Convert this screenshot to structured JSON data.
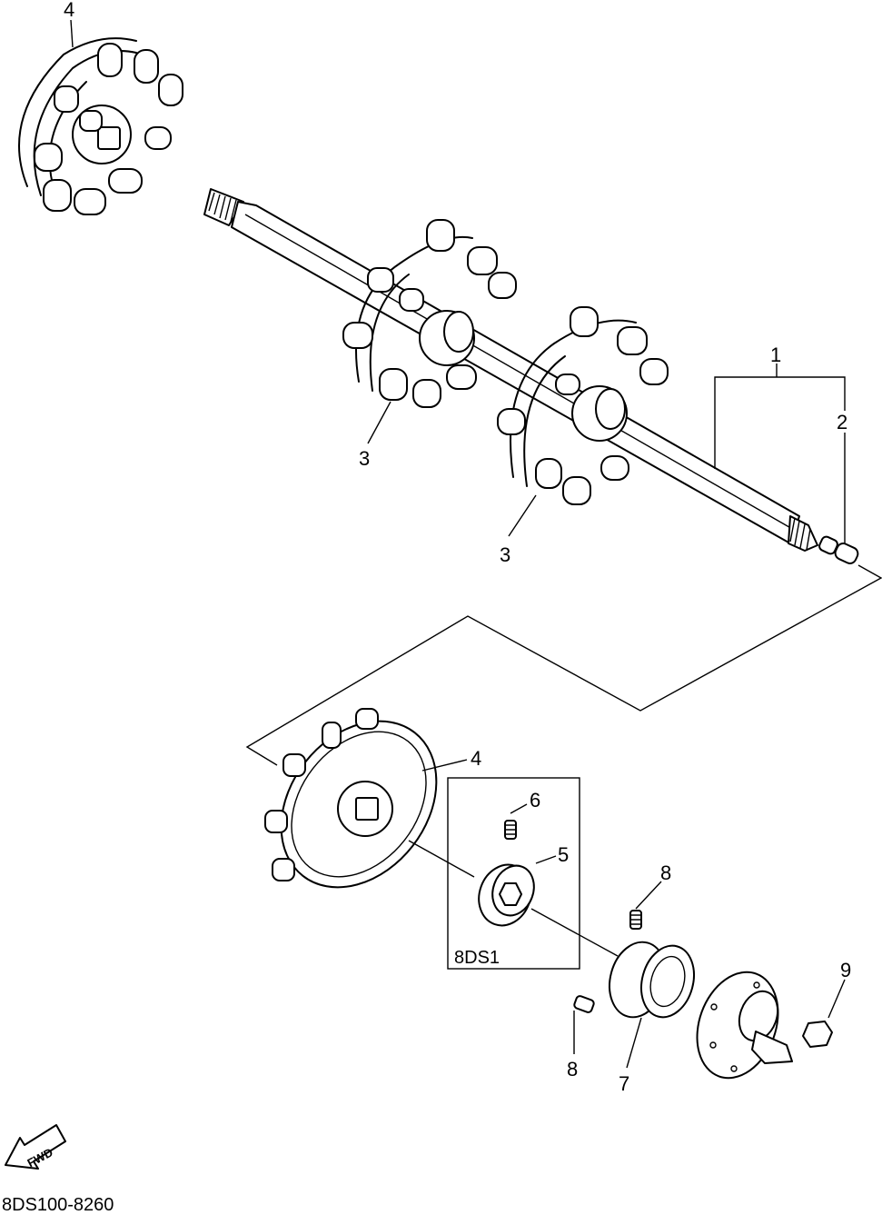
{
  "callouts": {
    "c1": "1",
    "c2": "2",
    "c3a": "3",
    "c3b": "3",
    "c4a": "4",
    "c4b": "4",
    "c5": "5",
    "c6": "6",
    "c7": "7",
    "c8a": "8",
    "c8b": "8",
    "c9": "9"
  },
  "kit_box_label": "8DS1",
  "fwd_label": "FWD",
  "diagram_code": "8DS100-8260"
}
